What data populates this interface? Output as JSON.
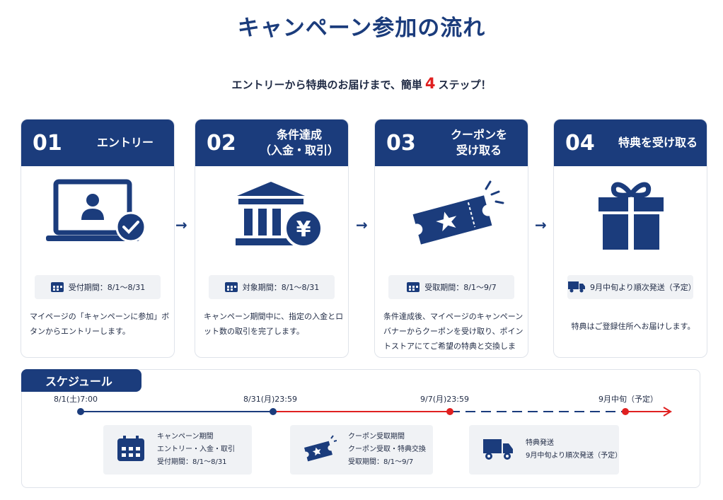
{
  "page": {
    "title": "キャンペーン参加の流れ",
    "subtitle_pre": "エントリーから特典のお届けまで、簡単",
    "subtitle_num": "4",
    "subtitle_post": "ステップ！"
  },
  "steps": [
    {
      "num": "01",
      "title": "エントリー",
      "badge": "受付期間：8/1〜8/31",
      "desc": "マイページの「キャンペーンに参加」ボタンからエントリーします。",
      "icon": "laptop-user-check-icon"
    },
    {
      "num": "02",
      "title": "条件達成\n（入金・取引）",
      "badge": "対象期間：8/1〜8/31",
      "desc": "キャンペーン期間中に、指定の入金とロット数の取引を完了します。",
      "icon": "bank-yen-icon"
    },
    {
      "num": "03",
      "title": "クーポンを\n受け取る",
      "badge": "受取期間：8/1〜9/7",
      "desc": "条件達成後、マイページのキャンペーンバナーからクーポンを受け取り、ポイントストアにてご希望の特典と交換します。",
      "icon": "coupon-star-icon"
    },
    {
      "num": "04",
      "title": "特典を受け取る",
      "badge": "9月中旬より順次発送（予定）",
      "desc": "特典はご登録住所へお届けします。",
      "icon": "gift-icon"
    }
  ],
  "schedule": {
    "title": "スケジュール",
    "points": [
      "8/1(土)7:00",
      "8/31(月)23:59",
      "9/7(月)23:59",
      "9月中旬（予定）"
    ],
    "boxes": [
      {
        "icon": "calendar-icon",
        "line1": "キャンペーン期間",
        "line2": "エントリー・入金・取引",
        "line3": "受付期間：8/1〜8/31"
      },
      {
        "icon": "coupon-icon",
        "line1": "クーポン受取期間",
        "line2": "クーポン受取・特典交換",
        "line3": "受取期間：8/1〜9/7"
      },
      {
        "icon": "truck-icon",
        "line1": "特典発送",
        "line2": "9月中旬より順次発送（予定）",
        "line3": ""
      }
    ]
  },
  "colors": {
    "navy": "#1b3c7c",
    "red": "#e02020",
    "gray_bg": "#f0f2f5"
  }
}
